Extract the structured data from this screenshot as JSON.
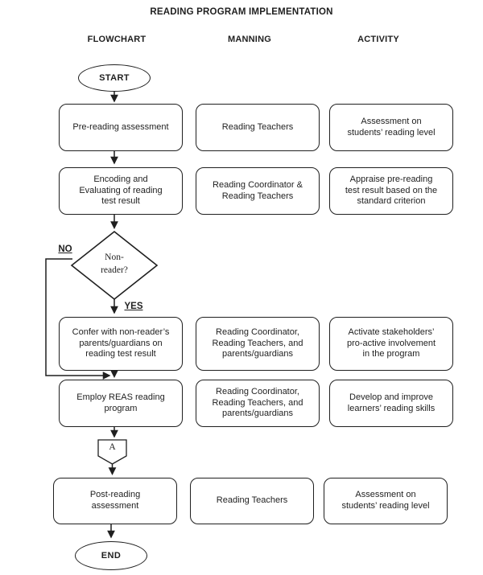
{
  "title": "READING PROGRAM IMPLEMENTATION",
  "columns": {
    "flowchart": "FLOWCHART",
    "manning": "MANNING",
    "activity": "ACTIVITY"
  },
  "flow": {
    "start": "START",
    "pre_reading": "Pre-reading assessment",
    "encoding": "Encoding and\nEvaluating of reading\ntest result",
    "decision": "Non-\nreader?",
    "no_label": "NO",
    "yes_label": "YES",
    "confer": "Confer with non-reader’s\nparents/guardians on\nreading test result",
    "employ": "Employ REAS reading\nprogram",
    "connector_a": "A",
    "post_reading": "Post-reading\nassessment",
    "end": "END"
  },
  "manning": {
    "boxes": [
      "Reading Teachers",
      "Reading Coordinator &\nReading Teachers",
      "Reading Coordinator,\nReading Teachers, and\nparents/guardians",
      "Reading Coordinator,\nReading Teachers, and\nparents/guardians",
      "Reading Teachers"
    ]
  },
  "activity": {
    "boxes": [
      "Assessment on\nstudents’ reading level",
      "Appraise pre-reading\ntest result based on the\nstandard criterion",
      "Activate stakeholders’\npro-active involvement\nin the program",
      "Develop and improve\nlearners’ reading skills",
      "Assessment on\nstudents’ reading level"
    ]
  },
  "colors": {
    "line": "#1f1f1f",
    "shape_fill": "#ffffff",
    "text": "#1f1f1f",
    "background": "#ffffff"
  }
}
